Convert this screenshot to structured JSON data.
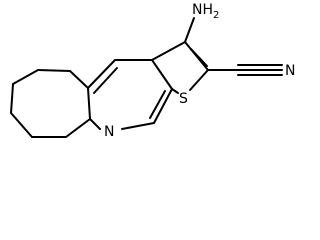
{
  "molecule": {
    "atoms": {
      "amino": {
        "main": "NH",
        "sub": "2"
      },
      "nitrile_n": "N",
      "pyridine_n": "N",
      "thiophene_s": "S"
    },
    "colors": {
      "bond": "#000000",
      "label": "#000000",
      "background": "#ffffff"
    }
  }
}
